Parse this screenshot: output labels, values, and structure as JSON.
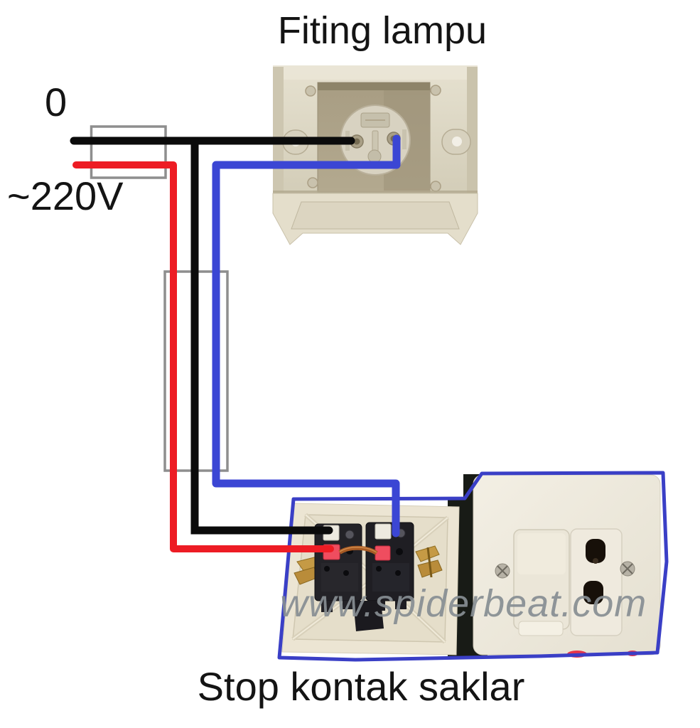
{
  "labels": {
    "title": "Fiting lampu",
    "neutral_terminal": "0",
    "voltage": "~220V",
    "caption": "Stop kontak saklar",
    "watermark": "www.spiderbeat.com"
  },
  "colors": {
    "neutral_wire": "#0b0b0b",
    "live_wire": "#ed1c24",
    "switch_wire": "#3b46d4",
    "photo_outline": "#3a3fc6",
    "conduit_stroke": "#8e8e8e",
    "label_text": "#141414",
    "watermark_text": "#878e93"
  },
  "diagram": {
    "type": "electrical-wiring",
    "language": "Indonesian",
    "source": {
      "live_label": "~220V",
      "neutral_label": "0"
    },
    "components": [
      {
        "id": "lamp-fitting",
        "label": "Fiting lampu",
        "kind": "ceiling lamp fitting (rear photo, two screw terminals)"
      },
      {
        "id": "switch-socket",
        "label": "Stop kontak saklar",
        "kind": "combined switch and 2-pin socket (open back + front faceplate photo)"
      },
      {
        "id": "conduit-small",
        "kind": "junction/conduit outline near source"
      },
      {
        "id": "conduit-tall",
        "kind": "vertical conduit outline carrying three wires"
      }
    ],
    "connections": [
      {
        "wire": "black",
        "role": "neutral (0)",
        "from": "source neutral",
        "to": [
          "lamp fitting left terminal",
          "switch-socket left unit top terminal"
        ]
      },
      {
        "wire": "red",
        "role": "live (~220V)",
        "from": "source live",
        "to": "switch-socket left unit red terminal"
      },
      {
        "wire": "blue",
        "role": "switched line",
        "from": "lamp fitting right terminal",
        "to": "switch-socket right unit top terminal"
      },
      {
        "wire": "copper jumper",
        "from": "left unit red terminal",
        "to": "right unit red terminal"
      }
    ]
  }
}
